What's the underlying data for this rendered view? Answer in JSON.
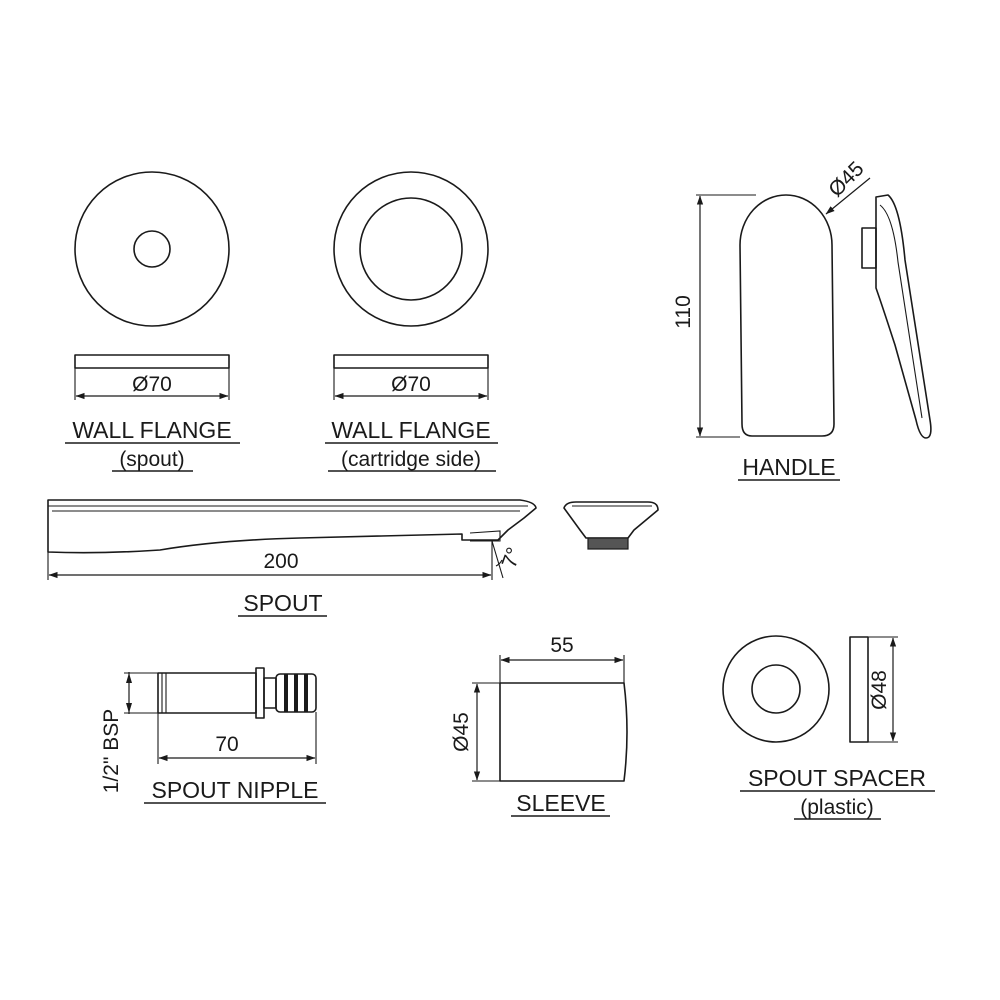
{
  "parts": {
    "wall_flange_spout": {
      "title": "WALL FLANGE",
      "subtitle": "(spout)",
      "diameter": "Ø70"
    },
    "wall_flange_cartridge": {
      "title": "WALL FLANGE",
      "subtitle": "(cartridge side)",
      "diameter": "Ø70"
    },
    "handle": {
      "title": "HANDLE",
      "height": "110",
      "diameter": "Ø45"
    },
    "spout": {
      "title": "SPOUT",
      "length": "200",
      "angle": "7°"
    },
    "spout_nipple": {
      "title": "SPOUT NIPPLE",
      "thread": "1/2\" BSP",
      "length": "70"
    },
    "sleeve": {
      "title": "SLEEVE",
      "length": "55",
      "diameter": "Ø45"
    },
    "spout_spacer": {
      "title": "SPOUT SPACER",
      "subtitle": "(plastic)",
      "diameter": "Ø48"
    }
  }
}
